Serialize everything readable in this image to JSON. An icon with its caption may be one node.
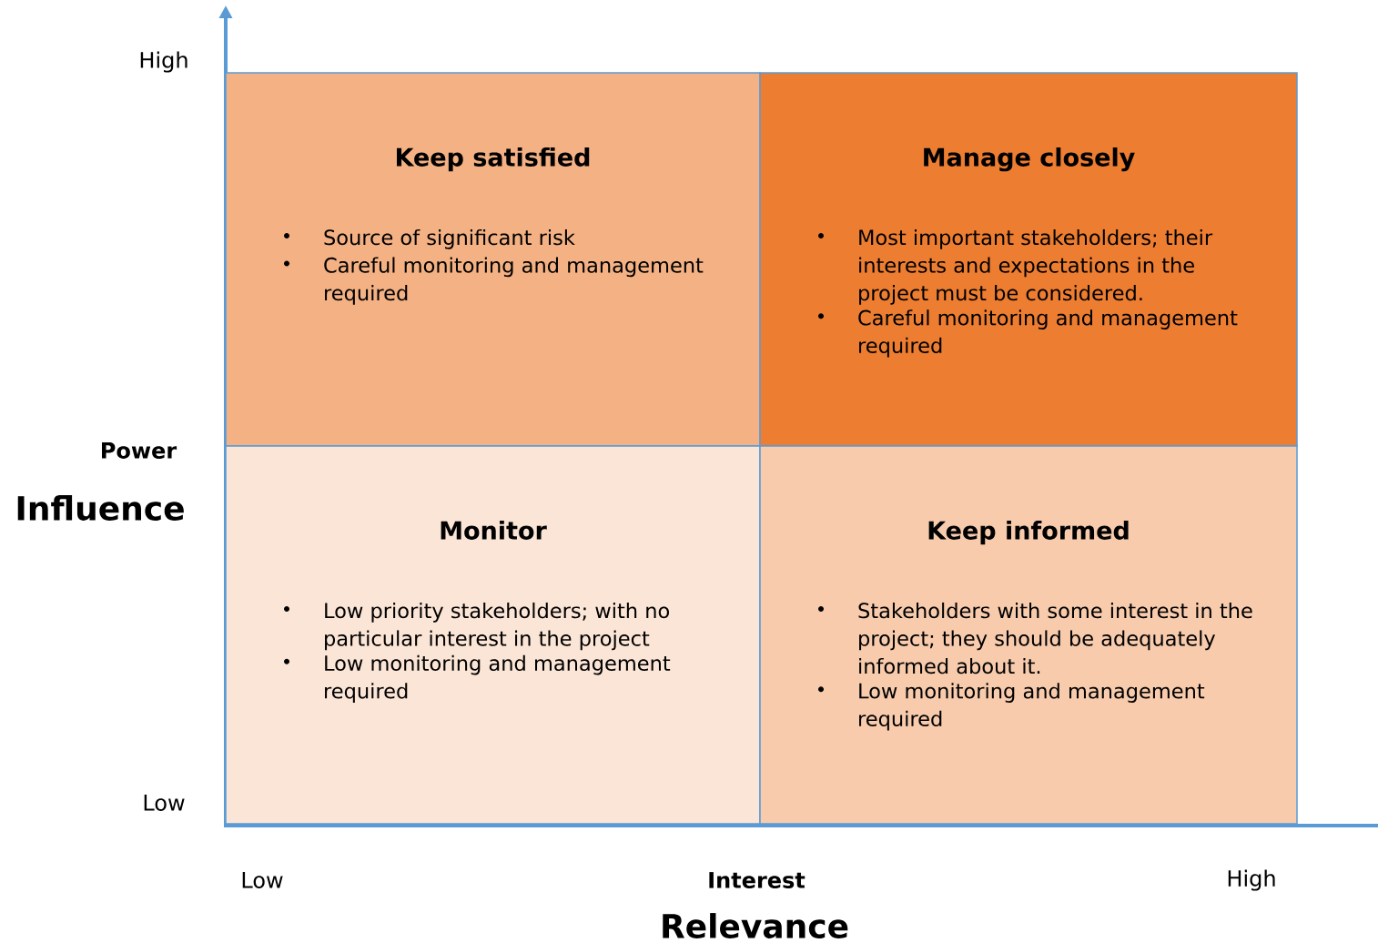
{
  "diagram": {
    "nodes": [
      {
        "text": [
          "Keep satisfied",
          "Source of significant risk",
          "Careful monitoring and management required"
        ]
      },
      {
        "text": [
          "Manage closely",
          "Most important stakeholders; their interests and expectations in the project must be considered.",
          "Careful monitoring and management required"
        ]
      },
      {
        "text": [
          "Monitor",
          "Low priority stakeholders; with no particular interest in the project",
          "Low monitoring and management required"
        ]
      },
      {
        "text": [
          "Keep informed",
          "Stakeholders with some interest in the project; they should be adequately informed about it.",
          "Low monitoring and management required"
        ]
      }
    ],
    "labels": [
      "High",
      "Power",
      "Influence",
      "Low",
      "Low",
      "Interest",
      "High",
      "Relevance"
    ]
  }
}
